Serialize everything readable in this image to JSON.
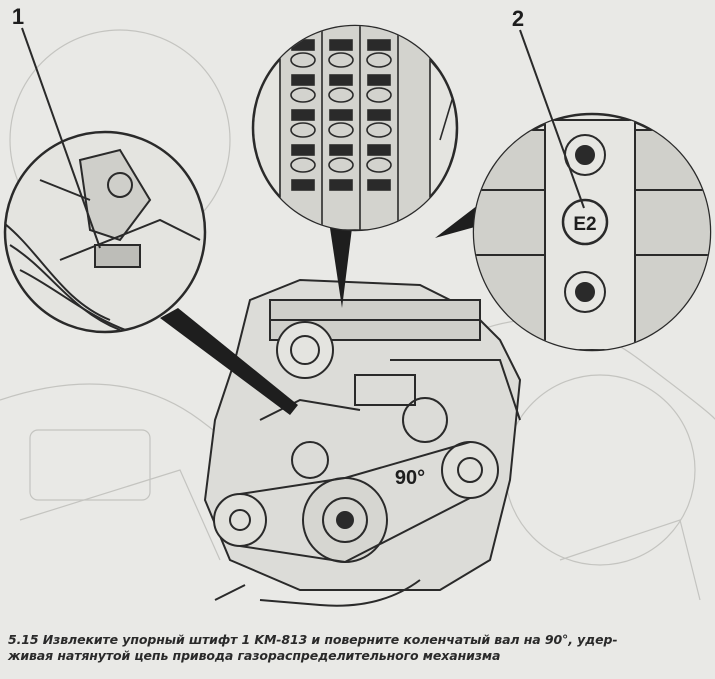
{
  "figure": {
    "callouts": [
      "1",
      "2"
    ],
    "detail_marks": {
      "bearing_cap_label": "E2",
      "rotation_label": "90°"
    }
  },
  "caption": {
    "line1": "5.15 Извлеките упорный штифт 1 KM-813 и поверните коленчатый вал на 90°, удер-",
    "line2": "живая натянутой цепь привода газораспределительного механизма"
  },
  "colors": {
    "ink": "#2a2a2a",
    "paper": "#e9e9e6",
    "ghost": "#c4c4c0"
  }
}
